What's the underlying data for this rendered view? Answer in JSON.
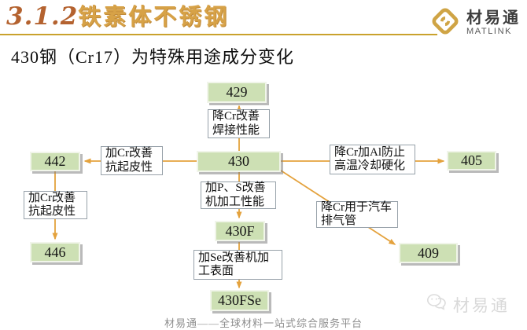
{
  "header": {
    "section_number": "3.1.2",
    "section_title": "铁素体不锈钢",
    "logo_name": "材易通",
    "logo_sub": "MATLINK"
  },
  "slide_title": "430钢（Cr17）为特殊用途成分变化",
  "diagram": {
    "nodes": [
      {
        "id": "429",
        "text": "429"
      },
      {
        "id": "430",
        "text": "430"
      },
      {
        "id": "442",
        "text": "442"
      },
      {
        "id": "446",
        "text": "446"
      },
      {
        "id": "405",
        "text": "405"
      },
      {
        "id": "409",
        "text": "409"
      },
      {
        "id": "430F",
        "text": "430F"
      },
      {
        "id": "430FSe",
        "text": "430FSe"
      }
    ],
    "edges": [
      {
        "from": "430",
        "to": "429",
        "label": "降Cr改善焊接性能",
        "label_line1": "降Cr改善",
        "label_line2": "焊接性能"
      },
      {
        "from": "430",
        "to": "442",
        "label": "加Cr改善抗起皮性",
        "label_line1": "加Cr改善",
        "label_line2": "抗起皮性"
      },
      {
        "from": "442",
        "to": "446",
        "label": "加Cr改善抗起皮性",
        "label_line1": "加Cr改善",
        "label_line2": "抗起皮性"
      },
      {
        "from": "430",
        "to": "405",
        "label": "降Cr加Al防止高温冷却硬化",
        "label_line1": "降Cr加Al防止",
        "label_line2": "高温冷却硬化"
      },
      {
        "from": "430",
        "to": "409",
        "label": "降Cr用于汽车排气管",
        "label_line1": "降Cr用于汽车",
        "label_line2": "排气管"
      },
      {
        "from": "430",
        "to": "430F",
        "label": "加P、S改善机加工性能",
        "label_line1": "加P、S改善",
        "label_line2": "机加工性能"
      },
      {
        "from": "430F",
        "to": "430FSe",
        "label": "加Se改善机加工表面",
        "label_line1": "加Se改善机加",
        "label_line2": "工表面"
      }
    ]
  },
  "footer_text": "材易通——全球材料一站式综合服务平台",
  "watermark_text": "材易通",
  "colors": {
    "accent_gold": "#c9a22d",
    "header_number": "#b4622f",
    "header_title": "#d7a247",
    "arrow": "#e4a23d",
    "node_fill": "#cde0b4",
    "note_border": "#97a1a9",
    "footer_gray": "#8e8e8e"
  }
}
